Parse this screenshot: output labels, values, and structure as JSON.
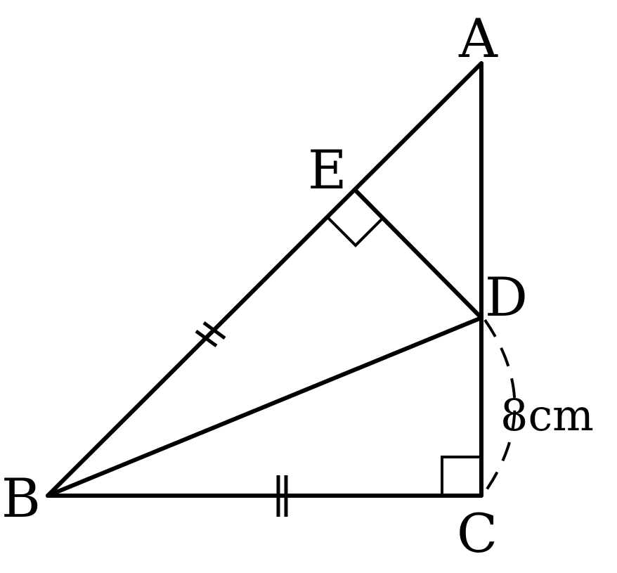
{
  "figure": {
    "vertices": {
      "A": "A",
      "B": "B",
      "C": "C",
      "D": "D",
      "E": "E"
    },
    "measurements": {
      "DC": "8cm"
    },
    "colors": {
      "stroke": "#000000",
      "background": "#ffffff"
    }
  }
}
